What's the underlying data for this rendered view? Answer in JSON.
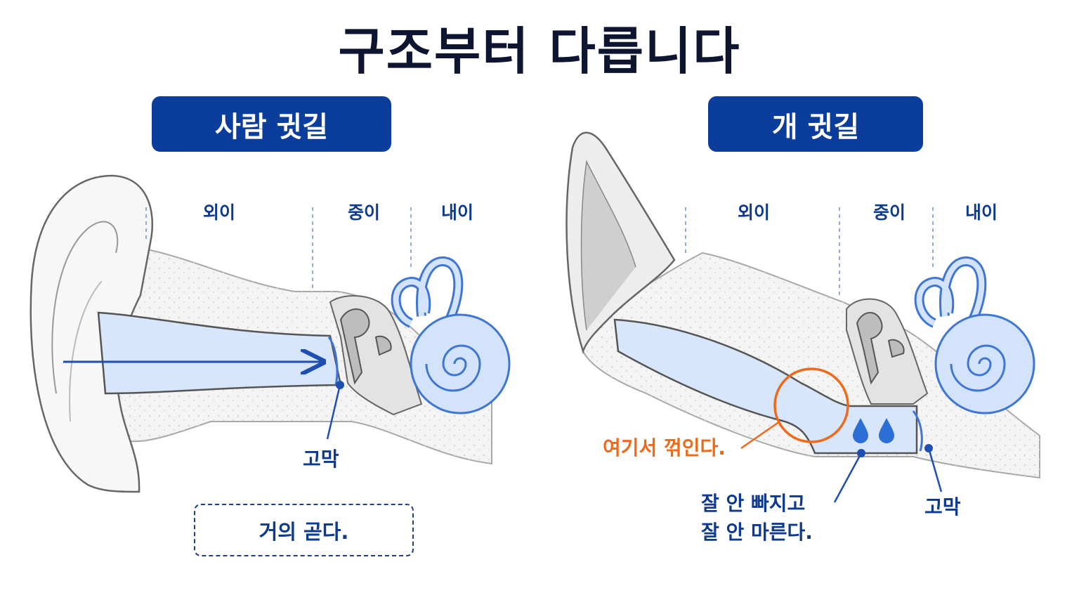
{
  "title": "구조부터 다릅니다",
  "human": {
    "label": "사람 귓길",
    "regions": [
      "외이",
      "중이",
      "내이"
    ],
    "eardrum": "고막",
    "note": "거의 곧다."
  },
  "dog": {
    "label": "개 귓길",
    "regions": [
      "외이",
      "중이",
      "내이"
    ],
    "bend_note": "여기서 꺾인다.",
    "moisture_line1": "잘 안 빠지고",
    "moisture_line2": "잘 안 마른다.",
    "eardrum": "고막"
  },
  "colors": {
    "navy": "#0a3d9c",
    "canal": "#cfe0fb",
    "outline": "#3f76d4",
    "accent": "#ee6a1a"
  }
}
